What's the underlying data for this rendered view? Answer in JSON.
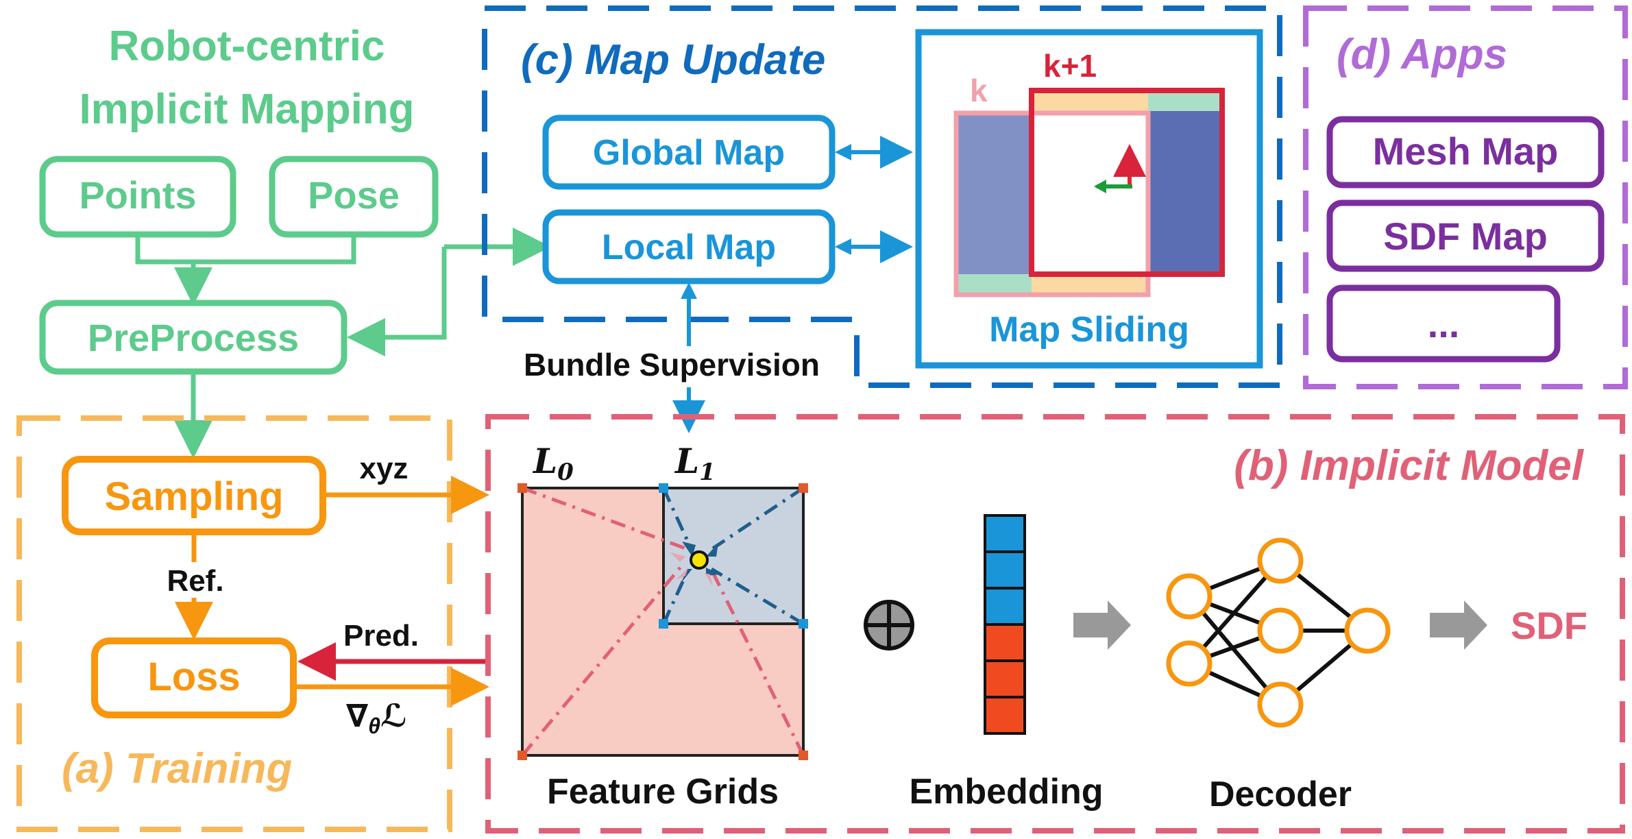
{
  "title": {
    "line1": "Robot-centric",
    "line2": "Implicit Mapping"
  },
  "inputs": {
    "points": "Points",
    "pose": "Pose",
    "preprocess": "PreProcess"
  },
  "sections": {
    "training": "(a) Training",
    "implicit_model": "(b) Implicit Model",
    "map_update": "(c) Map Update",
    "apps": "(d) Apps"
  },
  "training": {
    "sampling": "Sampling",
    "loss": "Loss",
    "xyz": "xyz",
    "ref": "Ref.",
    "pred": "Pred.",
    "grad": "∇θℒ",
    "grad_main": "∇",
    "grad_sub": "θ",
    "grad_L": "ℒ"
  },
  "map_update": {
    "global_map": "Global Map",
    "local_map": "Local Map",
    "map_sliding": "Map Sliding",
    "frame_k": "k",
    "frame_k1": "k+1",
    "bundle_supervision": "Bundle Supervision"
  },
  "implicit_model": {
    "L0": "L",
    "L0_sub": "0",
    "L1": "L",
    "L1_sub": "1",
    "feature_grids": "Feature Grids",
    "embedding": "Embedding",
    "decoder": "Decoder",
    "sdf": "SDF"
  },
  "apps": {
    "mesh_map": "Mesh Map",
    "sdf_map": "SDF Map",
    "more": "..."
  },
  "colors": {
    "green": "#5ccb8c",
    "blue": "#1a95d8",
    "darkblue": "#0f6bbd",
    "orange": "#f7960f",
    "lightorange": "#f7b85a",
    "pink": "#e06177",
    "purple": "#7b2f9e",
    "lightpurple": "#b06bd6",
    "red": "#d8233b"
  }
}
